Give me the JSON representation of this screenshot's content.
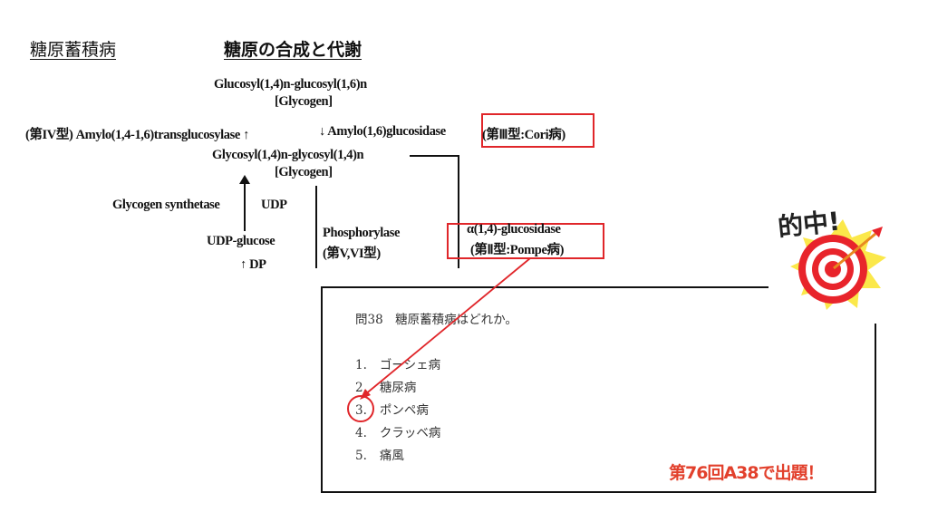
{
  "headings": {
    "left": "糖原蓄積病",
    "center": "糖原の合成と代謝"
  },
  "diagram": {
    "top_compound": "Glucosyl(1,4)n-glucosyl(1,6)n",
    "top_glycogen": "[Glycogen]",
    "type4_enzyme": "(第IV型) Amylo(1,4-1,6)transglucosylase ↑",
    "debranch_enzyme": "↓ Amylo(1,6)glucosidase",
    "type3_label": "(第Ⅲ型:Cori病)",
    "mid_compound": "Glycosyl(1,4)n-glycosyl(1,4)n",
    "mid_glycogen": "[Glycogen]",
    "synthetase": "Glycogen synthetase",
    "udp": "UDP",
    "udp_glucose": "UDP-glucose",
    "phosphorylase": "Phosphorylase",
    "type56_label": "(第V,VI型)",
    "alpha_glucosidase": "α(1,4)-glucosidase",
    "type2_label": "(第Ⅱ型:Pompe病)",
    "dp": "DP"
  },
  "question": {
    "text": "問38　糖原蓄積病はどれか。",
    "options": [
      {
        "num": "1.",
        "label": "ゴーシェ病"
      },
      {
        "num": "2.",
        "label": "糖尿病"
      },
      {
        "num": "3.",
        "label": "ポンペ病"
      },
      {
        "num": "4.",
        "label": "クラッベ病"
      },
      {
        "num": "5.",
        "label": "痛風"
      }
    ],
    "correct_index": 3
  },
  "badge": {
    "text": "的中!"
  },
  "footer_note": "第76回A38で出題！",
  "colors": {
    "accent_red": "#e0262a",
    "note_red": "#e2402c"
  }
}
